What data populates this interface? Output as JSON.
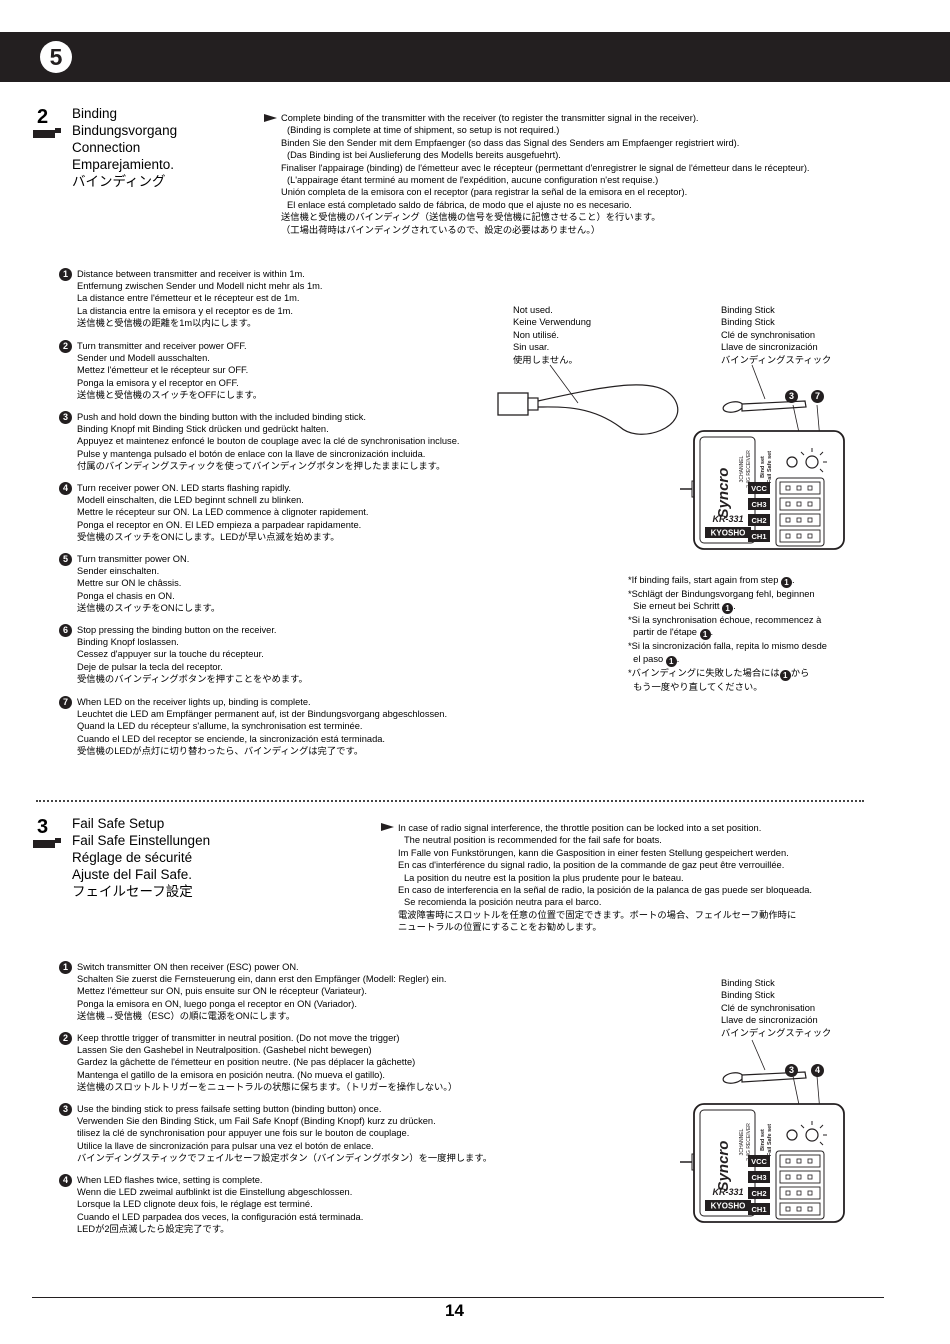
{
  "header": {
    "step_number": "5"
  },
  "binding": {
    "number": "2",
    "titles": [
      "Binding",
      "Bindungsvorgang",
      "Connection",
      "Emparejamiento.",
      "バインディング"
    ],
    "intro": [
      {
        "text": "Complete binding of the transmitter with the receiver (to register the transmitter signal in the receiver).",
        "indent": false
      },
      {
        "text": "(Binding is complete at time of shipment, so setup is not required.)",
        "indent": true
      },
      {
        "text": "Binden Sie den Sender mit dem Empfaenger (so dass das Signal des Senders am Empfaenger registriert wird).",
        "indent": false
      },
      {
        "text": "(Das Binding ist bei Auslieferung des Modells bereits ausgefuehrt).",
        "indent": true
      },
      {
        "text": "Finaliser l'appairage (binding) de l'émetteur avec le récepteur (permettant d'enregistrer le signal de l'émetteur dans le récepteur).",
        "indent": false
      },
      {
        "text": "(L'appairage étant terminé au moment de l'expédition, aucune configuration n'est requise.)",
        "indent": true
      },
      {
        "text": "Unión completa de la emisora con el receptor (para registrar la señal de la emisora en el receptor).",
        "indent": false
      },
      {
        "text": "El enlace está completado saldo de fábrica, de modo que el ajuste no es necesario.",
        "indent": true
      },
      {
        "text": "送信機と受信機のバインディング（送信機の信号を受信機に記憶させること）を行います。",
        "indent": false
      },
      {
        "text": "（工場出荷時はバインディングされているので、設定の必要はありません。）",
        "indent": false
      }
    ],
    "steps": [
      {
        "num": "1",
        "lines": [
          "Distance between transmitter and receiver is within 1m.",
          "Entfernung zwischen Sender und Modell nicht mehr als 1m.",
          "La distance entre l'émetteur et le récepteur est de 1m.",
          "La distancia entre la emisora y el receptor es de 1m.",
          "送信機と受信機の距離を1m以内にします。"
        ]
      },
      {
        "num": "2",
        "lines": [
          "Turn transmitter and receiver power OFF.",
          "Sender und Modell ausschalten.",
          "Mettez l'émetteur et le récepteur sur OFF.",
          "Ponga la emisora y el receptor en OFF.",
          "送信機と受信機のスイッチをOFFにします。"
        ]
      },
      {
        "num": "3",
        "lines": [
          "Push and hold down the binding button with the included binding stick.",
          "Binding Knopf mit Binding Stick drücken und gedrückt halten.",
          "Appuyez et maintenez enfoncé le bouton de couplage avec la clé de synchronisation incluse.",
          "Pulse y mantenga pulsado el botón de enlace con la llave de sincronización incluida.",
          "付属のバインディングスティックを使ってバインディングボタンを押したままにします。"
        ]
      },
      {
        "num": "4",
        "lines": [
          "Turn receiver power ON. LED starts flashing rapidly.",
          "Modell einschalten, die LED beginnt schnell zu blinken.",
          "Mettre le récepteur sur ON. La LED commence à clignoter rapidement.",
          "Ponga el receptor en ON. El LED empieza a parpadear rapidamente.",
          "受信機のスイッチをONにします。LEDが早い点滅を始めます。"
        ]
      },
      {
        "num": "5",
        "lines": [
          "Turn transmitter power ON.",
          "Sender einschalten.",
          "Mettre sur ON le châssis.",
          "Ponga el chasis en ON.",
          "送信機のスイッチをONにします。"
        ]
      },
      {
        "num": "6",
        "lines": [
          "Stop pressing the binding button on the receiver.",
          "Binding Knopf loslassen.",
          "Cessez d'appuyer sur la touche du récepteur.",
          "Deje de pulsar la tecla del receptor.",
          "受信機のバインディングボタンを押すことをやめます。"
        ]
      },
      {
        "num": "7",
        "lines": [
          "When LED on the receiver lights up, binding is complete.",
          "Leuchtet die LED am Empfänger permanent auf, ist der Bindungsvorgang abgeschlossen.",
          "Quand la LED du récepteur s'allume, la synchronisation est terminée.",
          "Cuando el LED del receptor se enciende, la sincronización está terminada.",
          "受信機のLEDが点灯に切り替わったら、バインディングは完了です。"
        ]
      }
    ],
    "not_used_label": [
      "Not used.",
      "Keine Verwendung",
      "Non utilisé.",
      "Sin usar.",
      "使用しません。"
    ],
    "binding_stick_label": [
      "Binding Stick",
      "Binding Stick",
      "Clé de synchronisation",
      "Llave de sincronización",
      "バインディングスティック"
    ],
    "callouts": [
      "3",
      "7"
    ],
    "failure_note": [
      {
        "pre": "*If binding fails, start again from step ",
        "num": "1",
        "post": "."
      },
      {
        "pre": "*Schlägt der Bindungsvorgang fehl, beginnen",
        "num": "",
        "post": ""
      },
      {
        "pre": "  Sie erneut bei Schritt ",
        "num": "1",
        "post": "."
      },
      {
        "pre": "*Si la synchronisation échoue, recommencez à",
        "num": "",
        "post": ""
      },
      {
        "pre": "  partir de l'étape ",
        "num": "1",
        "post": "."
      },
      {
        "pre": "*Si la sincronización falla, repita lo mismo desde",
        "num": "",
        "post": ""
      },
      {
        "pre": "  el paso ",
        "num": "1",
        "post": "."
      },
      {
        "pre": "*バインディングに失敗した場合には",
        "num": "1",
        "post": "から"
      },
      {
        "pre": "  もう一度やり直してください。",
        "num": "",
        "post": ""
      }
    ]
  },
  "failsafe": {
    "number": "3",
    "titles": [
      "Fail Safe Setup",
      "Fail Safe Einstellungen",
      "Réglage de sécurité",
      "Ajuste del Fail Safe.",
      "フェイルセーフ設定"
    ],
    "intro": [
      {
        "text": "In case of radio signal interference, the throttle position can be locked into a set position.",
        "indent": false
      },
      {
        "text": "The neutral position is recommended for the fail safe for boats.",
        "indent": true
      },
      {
        "text": "Im Falle von Funkstörungen, kann die Gasposition in einer festen Stellung gespeichert werden.",
        "indent": false
      },
      {
        "text": "En cas d'interférence du signal radio, la position de la commande de gaz peut être verrouillée.",
        "indent": false
      },
      {
        "text": "La position du neutre est la position la plus prudente pour le bateau.",
        "indent": true
      },
      {
        "text": "En caso de interferencia en la señal de radio, la posición de la palanca de gas puede ser bloqueada.",
        "indent": false
      },
      {
        "text": "Se recomienda la posición neutra para el barco.",
        "indent": true
      },
      {
        "text": "電波障害時にスロットルを任意の位置で固定できます。ボートの場合、フェイルセーフ動作時に",
        "indent": false
      },
      {
        "text": "ニュートラルの位置にすることをお勧めします。",
        "indent": false
      }
    ],
    "steps": [
      {
        "num": "1",
        "lines": [
          "Switch transmitter ON then receiver (ESC) power ON.",
          "Schalten Sie zuerst die Fernsteuerung ein, dann erst den Empfänger (Modell: Regler) ein.",
          "Mettez l'émetteur sur ON, puis ensuite sur ON le récepteur (Variateur).",
          "Ponga la emisora en ON, luego ponga el receptor en ON (Variador).",
          "送信機→受信機（ESC）の順に電源をONにします。"
        ]
      },
      {
        "num": "2",
        "lines": [
          "Keep throttle trigger of transmitter in neutral position. (Do not move the trigger)",
          "Lassen Sie den Gashebel in Neutralposition. (Gashebel nicht bewegen)",
          "Gardez la gâchette de l'émetteur en position neutre. (Ne pas déplacer la gâchette)",
          "Mantenga el gatillo de la emisora en posición neutra. (No mueva el gatillo).",
          "送信機のスロットルトリガーをニュートラルの状態に保ちます。（トリガーを操作しない。）"
        ]
      },
      {
        "num": "3",
        "lines": [
          "Use the binding stick to press failsafe setting button (binding button) once.",
          "Verwenden Sie den Binding Stick, um Fail Safe Knopf (Binding Knopf) kurz zu drücken.",
          "tilisez la clé de synchronisation pour appuyer une fois sur le bouton de couplage.",
          "Utilice la llave de sincronización para pulsar una vez el botón de enlace.",
          "バインディングスティックでフェイルセーフ設定ボタン（バインディングボタン）を一度押します。"
        ]
      },
      {
        "num": "4",
        "lines": [
          "When LED flashes twice, setting is complete.",
          "Wenn die LED zweimal aufblinkt ist die Einstellung abgeschlossen.",
          "Lorsque la LED clignote deux fois, le réglage est terminé.",
          "Cuando el LED parpadea dos veces, la configuración está terminada.",
          "LEDが2回点滅したら設定完了です。"
        ]
      }
    ],
    "binding_stick_label": [
      "Binding Stick",
      "Binding Stick",
      "Clé de synchronisation",
      "Llave de sincronización",
      "バインディングスティック"
    ],
    "callouts": [
      "3",
      "4"
    ]
  },
  "receiver": {
    "brand": "Syncro",
    "channels_text": "3CHANNEL",
    "band_text": "2.4G RECEIVER",
    "model": "KR-331",
    "maker": "KYOSHO",
    "bind_text": "Bind set",
    "failsafe_text": "Fail Safe set",
    "ports": [
      "VCC",
      "CH3",
      "CH2",
      "CH1"
    ]
  },
  "footer": {
    "page_number": "14"
  }
}
